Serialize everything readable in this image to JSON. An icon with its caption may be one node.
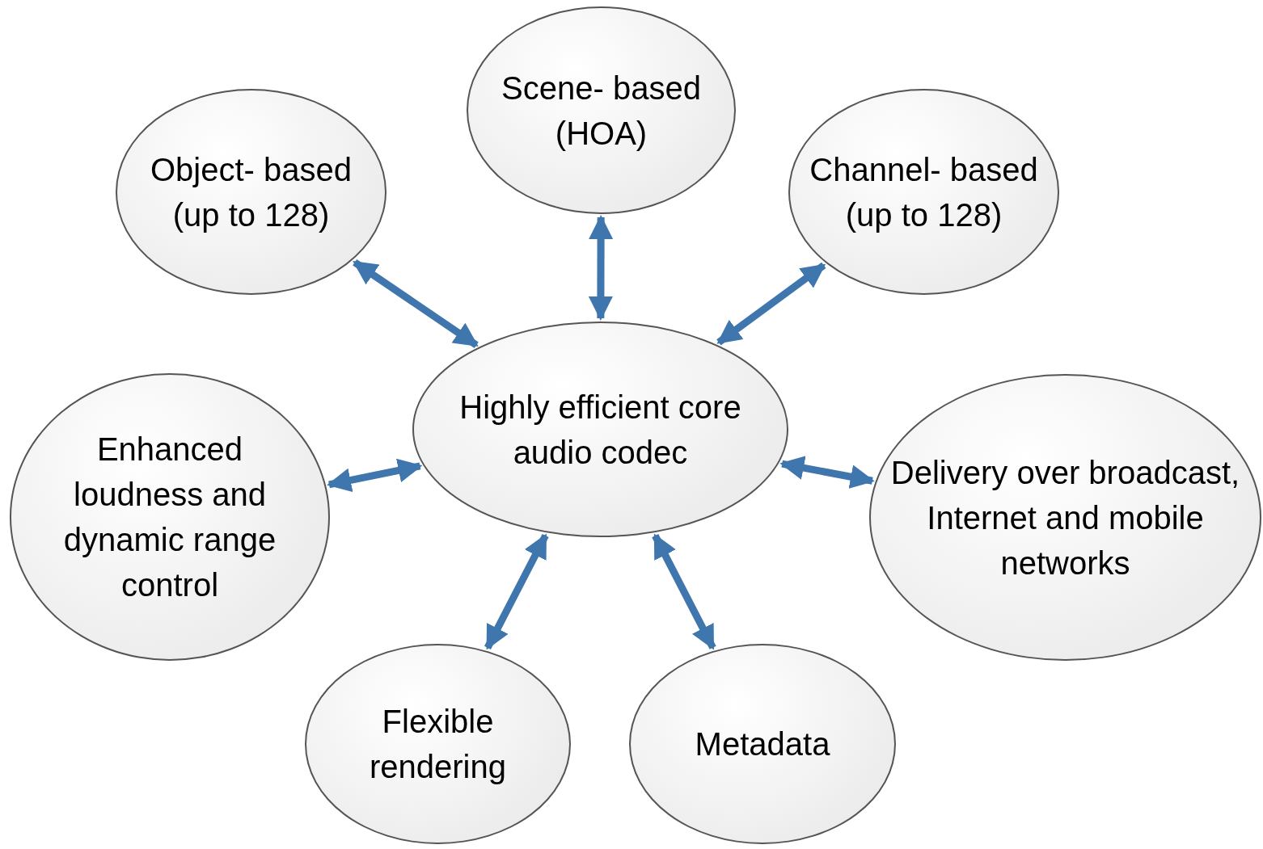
{
  "diagram": {
    "nodes": [
      {
        "text": [
          "Highly efficient core audio codec"
        ]
      },
      {
        "text": [
          "Object- based (up to 128)"
        ]
      },
      {
        "text": [
          "Scene- based (HOA)"
        ]
      },
      {
        "text": [
          "Channel- based (up to 128)"
        ]
      },
      {
        "text": [
          "Enhanced loudness and dynamic range control"
        ]
      },
      {
        "text": [
          "Delivery over broadcast, Internet and mobile networks"
        ]
      },
      {
        "text": [
          "Flexible rendering"
        ]
      },
      {
        "text": [
          "Metadata"
        ]
      }
    ],
    "edges": [
      {
        "from": 0,
        "to": 1,
        "arrow": "both"
      },
      {
        "from": 0,
        "to": 2,
        "arrow": "both"
      },
      {
        "from": 0,
        "to": 3,
        "arrow": "both"
      },
      {
        "from": 0,
        "to": 4,
        "arrow": "both"
      },
      {
        "from": 0,
        "to": 5,
        "arrow": "both"
      },
      {
        "from": 0,
        "to": 6,
        "arrow": "both"
      },
      {
        "from": 0,
        "to": 7,
        "arrow": "both"
      }
    ]
  }
}
